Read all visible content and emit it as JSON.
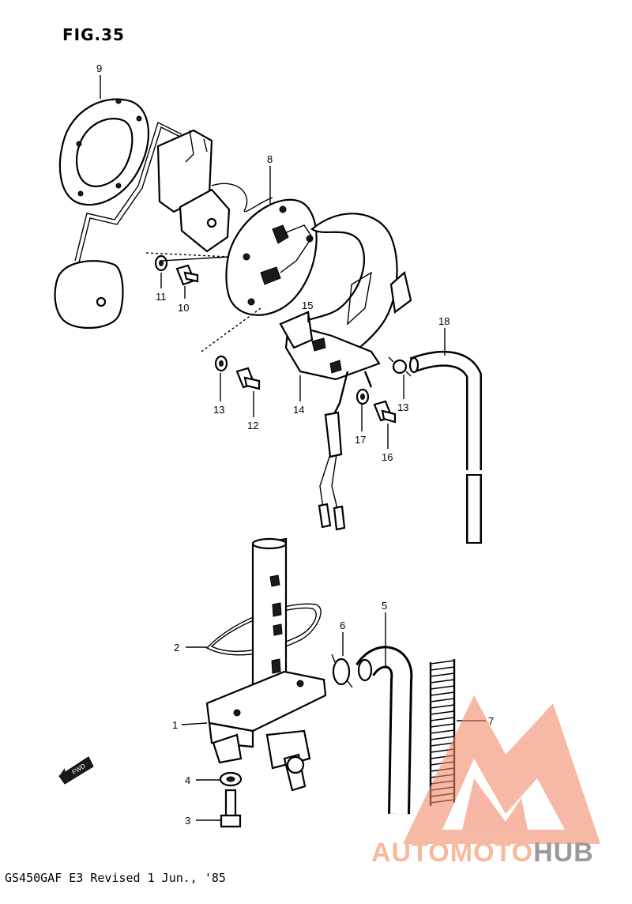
{
  "figure": {
    "title": "FIG.35",
    "footer": "GS450GAF E3 Revised 1 Jun., '85"
  },
  "callouts": [
    {
      "id": "9",
      "label": "9"
    },
    {
      "id": "8",
      "label": "8"
    },
    {
      "id": "11",
      "label": "11"
    },
    {
      "id": "10",
      "label": "10"
    },
    {
      "id": "15",
      "label": "15"
    },
    {
      "id": "18",
      "label": "18"
    },
    {
      "id": "13a",
      "label": "13"
    },
    {
      "id": "12",
      "label": "12"
    },
    {
      "id": "14",
      "label": "14"
    },
    {
      "id": "17",
      "label": "17"
    },
    {
      "id": "16",
      "label": "16"
    },
    {
      "id": "13b",
      "label": "13"
    },
    {
      "id": "5",
      "label": "5"
    },
    {
      "id": "6",
      "label": "6"
    },
    {
      "id": "2",
      "label": "2"
    },
    {
      "id": "1",
      "label": "1"
    },
    {
      "id": "7",
      "label": "7"
    },
    {
      "id": "4",
      "label": "4"
    },
    {
      "id": "3",
      "label": "3"
    }
  ],
  "front_marker": "FWD",
  "watermark": {
    "part1": "AUTOMOTO",
    "part2": "HUB",
    "color_primary": "#f08a6a",
    "color_secondary": "#9a9a9a"
  }
}
